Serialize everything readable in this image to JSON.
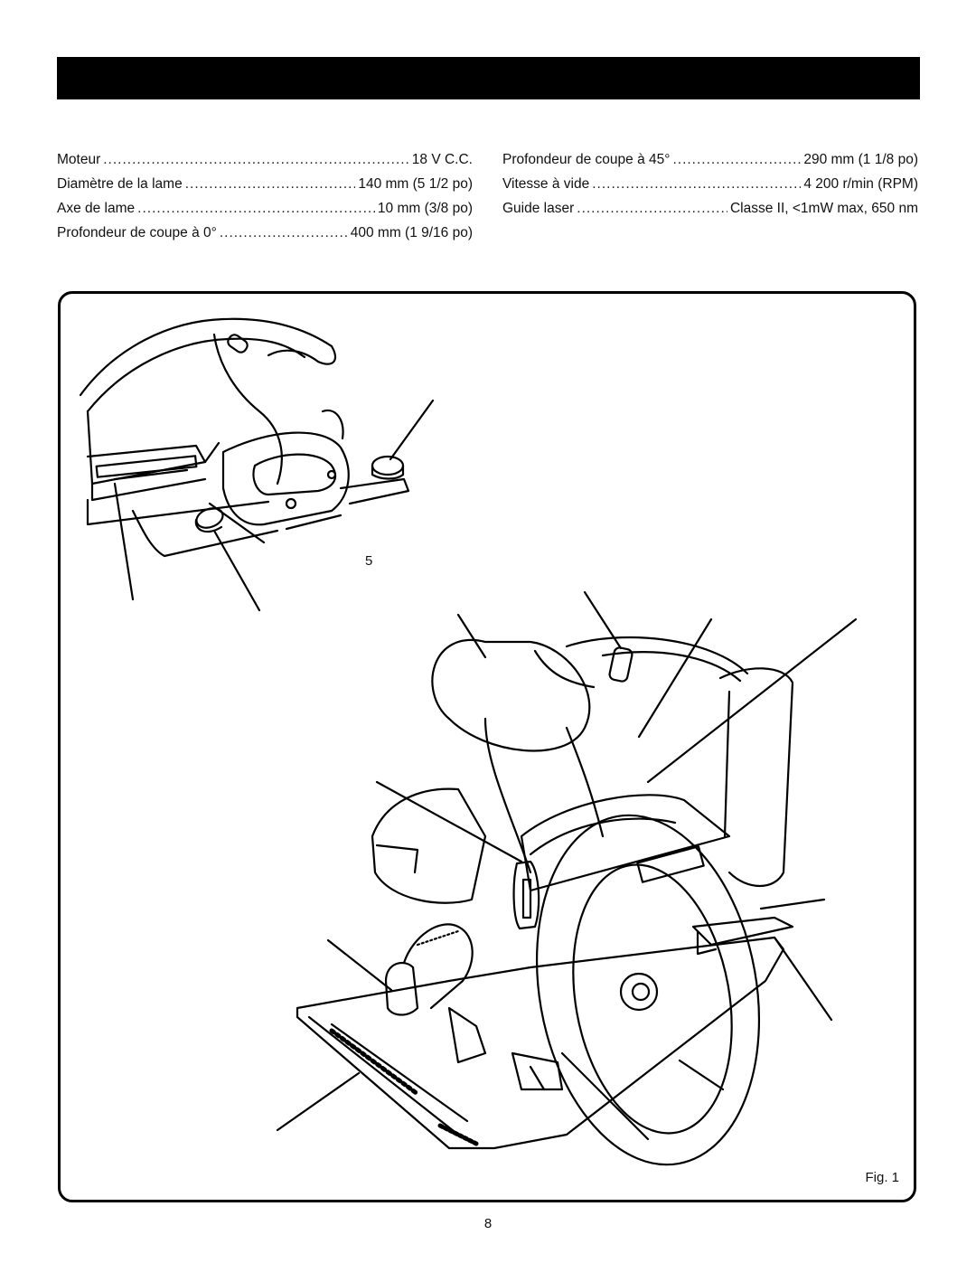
{
  "specs_left": [
    {
      "label": "Moteur",
      "value": "18 V C.C."
    },
    {
      "label": "Diamètre de la lame",
      "value": "140 mm (5 1/2 po)"
    },
    {
      "label": "Axe de lame",
      "value": "10 mm (3/8 po)"
    },
    {
      "label": "Profondeur de coupe à 0°",
      "value": "400 mm (1 9/16 po)"
    }
  ],
  "specs_right": [
    {
      "label": "Profondeur de coupe à 45°",
      "value": "290 mm (1 1/8 po)"
    },
    {
      "label": "Vitesse à vide",
      "value": "4 200 r/min (RPM)"
    },
    {
      "label": "Guide laser",
      "value": "Classe II, <1mW max, 650 nm"
    }
  ],
  "figure": {
    "callout_number": "5",
    "caption": "Fig. 1"
  },
  "page_number": "8",
  "colors": {
    "header_bar": "#000000",
    "line_art": "#000000"
  }
}
